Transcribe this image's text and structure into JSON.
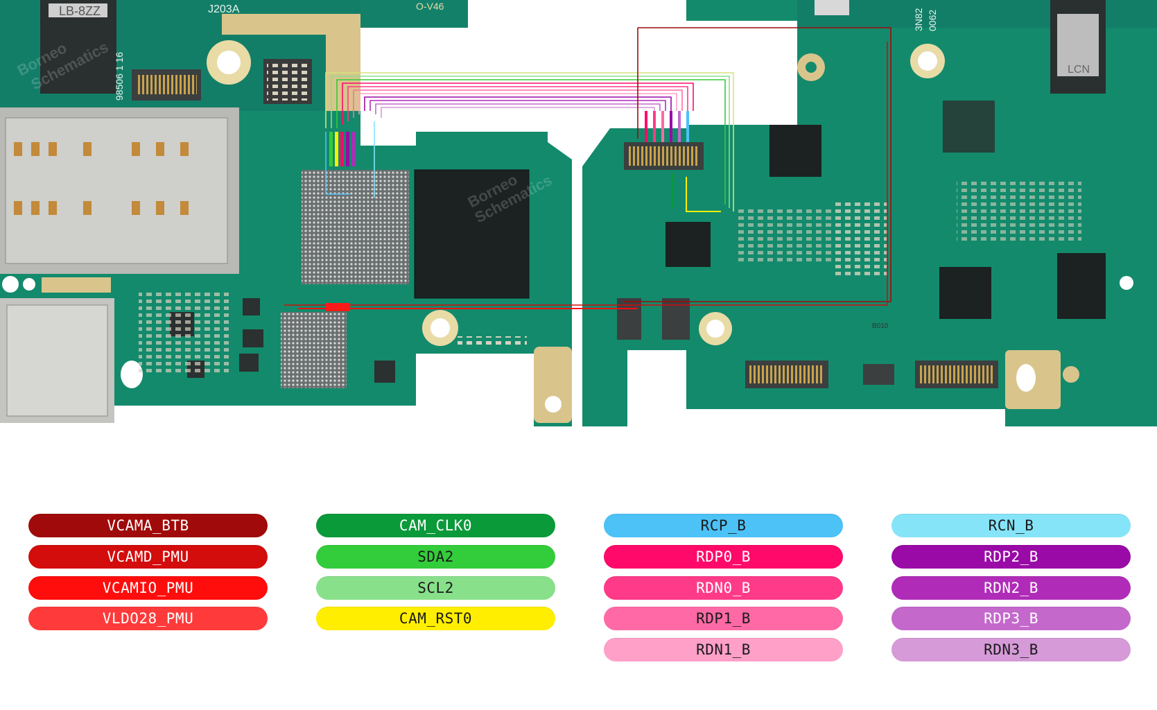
{
  "board": {
    "silkscreen": [
      "LB-8ZZ",
      "J203A",
      "O-V46",
      "98506 1 16",
      "3N82",
      "0062",
      "LCN"
    ],
    "watermark_lines": [
      "Borneo",
      "Schematics"
    ],
    "connector_label": "B010"
  },
  "legend": {
    "columns": [
      [
        {
          "label": "VCAMA_BTB",
          "color": "#a00a0a",
          "text": "#ffffff"
        },
        {
          "label": "VCAMD_PMU",
          "color": "#d30c0c",
          "text": "#ffffff"
        },
        {
          "label": "VCAMIO_PMU",
          "color": "#ff0d0d",
          "text": "#ffffff"
        },
        {
          "label": "VLDO28_PMU",
          "color": "#ff3a3a",
          "text": "#ffffff"
        }
      ],
      [
        {
          "label": "CAM_CLK0",
          "color": "#0a9a3a",
          "text": "#ffffff"
        },
        {
          "label": "SDA2",
          "color": "#33cc3a",
          "text": "#1a1a1a"
        },
        {
          "label": "SCL2",
          "color": "#88e08a",
          "text": "#1a1a1a"
        },
        {
          "label": "CAM_RST0",
          "color": "#ffee00",
          "text": "#1a1a1a"
        }
      ],
      [
        {
          "label": "RCP_B",
          "color": "#4cc2f7",
          "text": "#1a1a1a"
        },
        {
          "label": "RDP0_B",
          "color": "#ff0a6a",
          "text": "#ffffff"
        },
        {
          "label": "RDN0_B",
          "color": "#ff3a88",
          "text": "#ffffff"
        },
        {
          "label": "RDP1_B",
          "color": "#ff6aa6",
          "text": "#1a1a1a"
        },
        {
          "label": "RDN1_B",
          "color": "#ffa0c8",
          "text": "#1a1a1a"
        }
      ],
      [
        {
          "label": "RCN_B",
          "color": "#86e4f9",
          "text": "#1a1a1a"
        },
        {
          "label": "RDP2_B",
          "color": "#990aa6",
          "text": "#ffffff"
        },
        {
          "label": "RDN2_B",
          "color": "#b02cb8",
          "text": "#ffffff"
        },
        {
          "label": "RDP3_B",
          "color": "#c468cc",
          "text": "#ffffff"
        },
        {
          "label": "RDN3_B",
          "color": "#d69ad8",
          "text": "#1a1a1a"
        }
      ]
    ]
  }
}
